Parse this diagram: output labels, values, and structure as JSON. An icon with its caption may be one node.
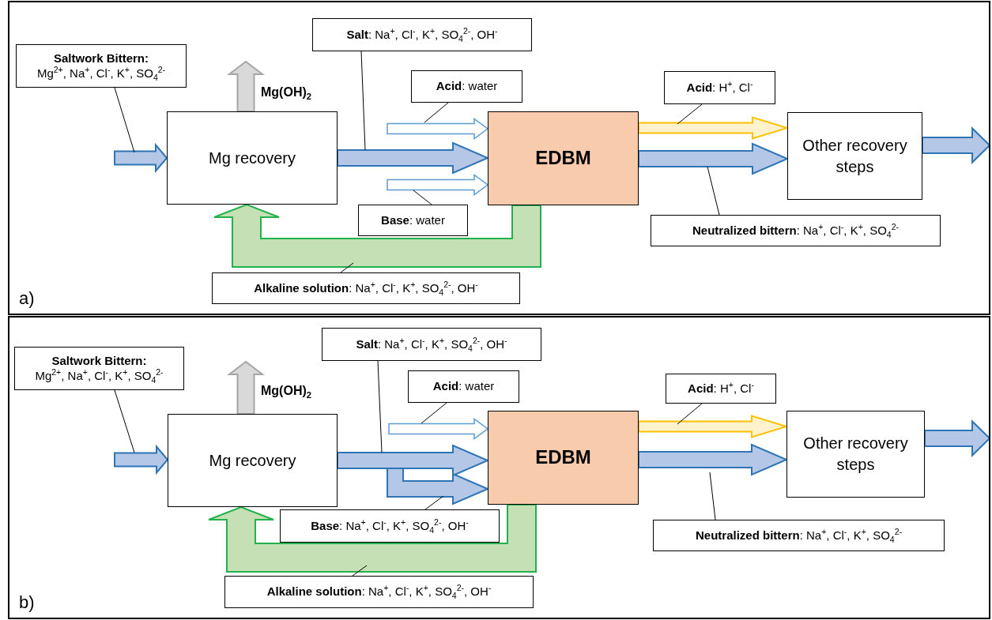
{
  "diagram": {
    "nodes": [
      {
        "text": [
          "a)"
        ]
      },
      {
        "text": [
          "Saltwork Bittern:",
          "Mg$^{2+}$, Na$^{+}$, Cl$^{-}$, K$^{+}$, SO$_{4}$$^{2-}$"
        ],
        "in": 0
      },
      {
        "text": [
          "**Salt**: Na$^{+}$, Cl$^{-}$, K$^{+}$, SO$_{4}$$^{2-}$, OH$^{-}$"
        ],
        "in": 0
      },
      {
        "text": [
          "**Acid**: water"
        ],
        "in": 0
      },
      {
        "text": [
          "Mg recovery"
        ],
        "in": 0
      },
      {
        "text": [
          "EDBM"
        ],
        "in": 0
      },
      {
        "text": [
          "**Acid**: H$^{+}$, Cl$^{-}$"
        ],
        "in": 0
      },
      {
        "text": [
          "Other recovery steps"
        ],
        "in": 0
      },
      {
        "text": [
          "**Base**: water"
        ],
        "in": 0
      },
      {
        "text": [
          "**Neutralized bittern**: Na$^{+}$, Cl$^{-}$, K$^{+}$, SO$_{4}$$^{2-}$"
        ],
        "in": 0
      },
      {
        "text": [
          "**Alkaline solution**: Na$^{+}$, Cl$^{-}$, K$^{+}$, SO$_{4}$$^{2-}$, OH$^{-}$"
        ],
        "in": 0
      },
      {
        "text": [
          "b)"
        ]
      },
      {
        "text": [
          "Saltwork Bittern:",
          "Mg$^{2+}$, Na$^{+}$, Cl$^{-}$, K$^{+}$, SO$_{4}$$^{2-}$"
        ],
        "in": 11
      },
      {
        "text": [
          "**Salt**: Na$^{+}$, Cl$^{-}$, K$^{+}$, SO$_{4}$$^{2-}$, OH$^{-}$"
        ],
        "in": 11
      },
      {
        "text": [
          "**Acid**: water"
        ],
        "in": 11
      },
      {
        "text": [
          "Mg recovery"
        ],
        "in": 11
      },
      {
        "text": [
          "EDBM"
        ],
        "in": 11
      },
      {
        "text": [
          "**Acid**: H$^{+}$, Cl$^{-}$"
        ],
        "in": 11
      },
      {
        "text": [
          "Other recovery steps"
        ],
        "in": 11
      },
      {
        "text": [
          "**Base**: Na$^{+}$, Cl$^{-}$, K$^{+}$, SO$_{4}$$^{2-}$, OH$^{-}$"
        ],
        "in": 11
      },
      {
        "text": [
          "**Neutralized bittern**: Na$^{+}$, Cl$^{-}$, K$^{+}$, SO$_{4}$$^{2-}$"
        ],
        "in": 11
      },
      {
        "text": [
          "**Alkaline solution**: Na$^{+}$, Cl$^{-}$, K$^{+}$, SO$_{4}$$^{2-}$, OH$^{-}$"
        ],
        "in": 11
      }
    ],
    "edges": [
      {
        "from": null,
        "to": 4,
        "arrow": "to"
      },
      {
        "from": 4,
        "to": null,
        "arrow": "to",
        "label": "Mg(OH)$_{2}$",
        "color": "#a6a6a6"
      },
      {
        "from": 4,
        "to": 5,
        "arrow": "to"
      },
      {
        "from": null,
        "to": 5,
        "arrow": "to",
        "color": "#5b9bd5"
      },
      {
        "from": null,
        "to": 5,
        "arrow": "to",
        "color": "#5b9bd5"
      },
      {
        "from": 5,
        "to": 7,
        "arrow": "to",
        "color": "#ffc000"
      },
      {
        "from": 5,
        "to": 7,
        "arrow": "to"
      },
      {
        "from": 5,
        "to": 4,
        "arrow": "to",
        "color": "#22b14c"
      },
      {
        "from": 7,
        "to": null,
        "arrow": "to"
      },
      {
        "from": 1,
        "to": null,
        "arrow": "none",
        "color": "#000000"
      },
      {
        "from": 2,
        "to": null,
        "arrow": "none",
        "color": "#000000"
      },
      {
        "from": 3,
        "to": null,
        "arrow": "none",
        "color": "#000000"
      },
      {
        "from": 8,
        "to": null,
        "arrow": "none",
        "color": "#000000"
      },
      {
        "from": 6,
        "to": null,
        "arrow": "none",
        "color": "#000000"
      },
      {
        "from": 9,
        "to": null,
        "arrow": "none",
        "color": "#000000"
      },
      {
        "from": 10,
        "to": null,
        "arrow": "none",
        "color": "#000000"
      },
      {
        "from": null,
        "to": 15,
        "arrow": "to"
      },
      {
        "from": 15,
        "to": null,
        "arrow": "to",
        "label": "Mg(OH)$_{2}$",
        "color": "#a6a6a6"
      },
      {
        "from": 15,
        "to": 16,
        "arrow": "to"
      },
      {
        "from": null,
        "to": 16,
        "arrow": "to",
        "color": "#5b9bd5"
      },
      {
        "from": 15,
        "to": 16,
        "arrow": "to"
      },
      {
        "from": 16,
        "to": 18,
        "arrow": "to",
        "color": "#ffc000"
      },
      {
        "from": 16,
        "to": 18,
        "arrow": "to"
      },
      {
        "from": 16,
        "to": 15,
        "arrow": "to",
        "color": "#22b14c"
      },
      {
        "from": 18,
        "to": null,
        "arrow": "to"
      },
      {
        "from": 12,
        "to": null,
        "arrow": "none",
        "color": "#000000"
      },
      {
        "from": 13,
        "to": null,
        "arrow": "none",
        "color": "#000000"
      },
      {
        "from": 14,
        "to": null,
        "arrow": "none",
        "color": "#000000"
      },
      {
        "from": 19,
        "to": null,
        "arrow": "none",
        "color": "#000000"
      },
      {
        "from": 17,
        "to": null,
        "arrow": "none",
        "color": "#000000"
      },
      {
        "from": 20,
        "to": null,
        "arrow": "none",
        "color": "#000000"
      },
      {
        "from": 21,
        "to": null,
        "arrow": "none",
        "color": "#000000"
      }
    ]
  }
}
